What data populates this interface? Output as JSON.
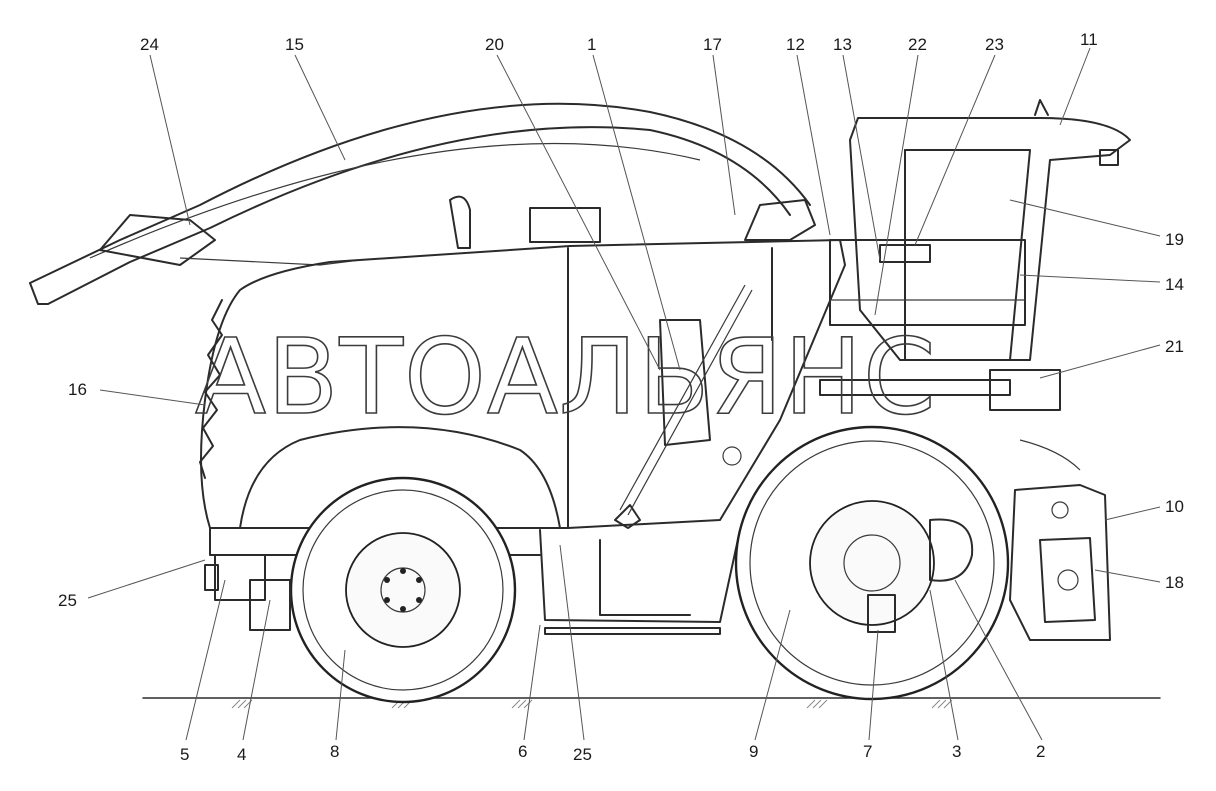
{
  "watermark": "АВТОАЛЬЯНС",
  "colors": {
    "line": "#2b2b2b",
    "background": "#ffffff"
  },
  "callouts": [
    "24",
    "15",
    "20",
    "1",
    "17",
    "12",
    "13",
    "22",
    "23",
    "11",
    "19",
    "14",
    "21",
    "16",
    "10",
    "18",
    "25",
    "5",
    "4",
    "8",
    "6",
    "25",
    "9",
    "7",
    "3",
    "2"
  ]
}
